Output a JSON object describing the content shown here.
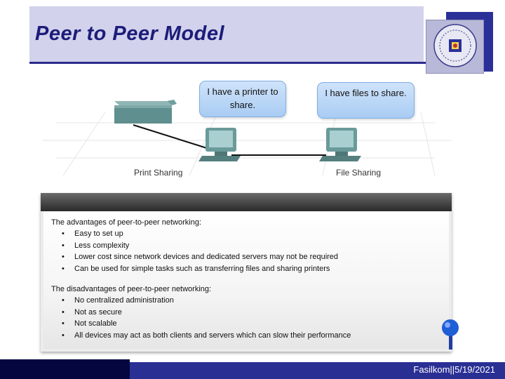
{
  "slide": {
    "title": "Peer to Peer Model",
    "footer": "Fasilkom||5/19/2021",
    "colors": {
      "title_band": "#d2d2ec",
      "title_text": "#1c1c7a",
      "accent_blue": "#2b2f98",
      "footer_dark": "#05053f"
    }
  },
  "figure": {
    "bubble_printer": "I have a printer to share.",
    "bubble_files": "I have files to share.",
    "label_print": "Print Sharing",
    "label_file": "File Sharing"
  },
  "panel": {
    "advantages_heading": "The advantages of peer-to-peer networking:",
    "advantages": [
      "Easy to set up",
      "Less complexity",
      "Lower cost since network devices and dedicated servers may not be required",
      "Can be used for simple tasks such as transferring files and sharing printers"
    ],
    "disadvantages_heading": "The disadvantages of peer-to-peer networking:",
    "disadvantages": [
      "No centralized administration",
      "Not as secure",
      "Not scalable",
      "All devices may act as both clients and servers which can slow their performance"
    ]
  },
  "icons": [
    "university-seal-icon",
    "printer-icon",
    "computer-icon",
    "map-pin-icon"
  ]
}
